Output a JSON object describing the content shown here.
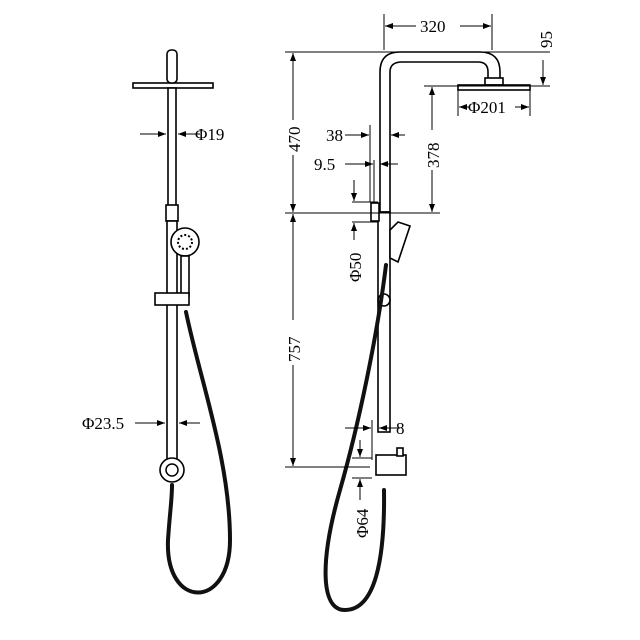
{
  "dimensions": {
    "arm_reach": "320",
    "head_drop": "95",
    "head_diameter": "Φ201",
    "upper_height": "470",
    "rail_offset": "38",
    "rail_gap": "9.5",
    "head_to_bracket": "378",
    "bracket_diameter": "Φ50",
    "lower_height": "757",
    "diverter_offset": "8",
    "diverter_diameter": "Φ64",
    "upper_pipe_diameter": "Φ19",
    "lower_pipe_diameter": "Φ23.5"
  },
  "colors": {
    "line": "#000000",
    "background": "#ffffff"
  }
}
